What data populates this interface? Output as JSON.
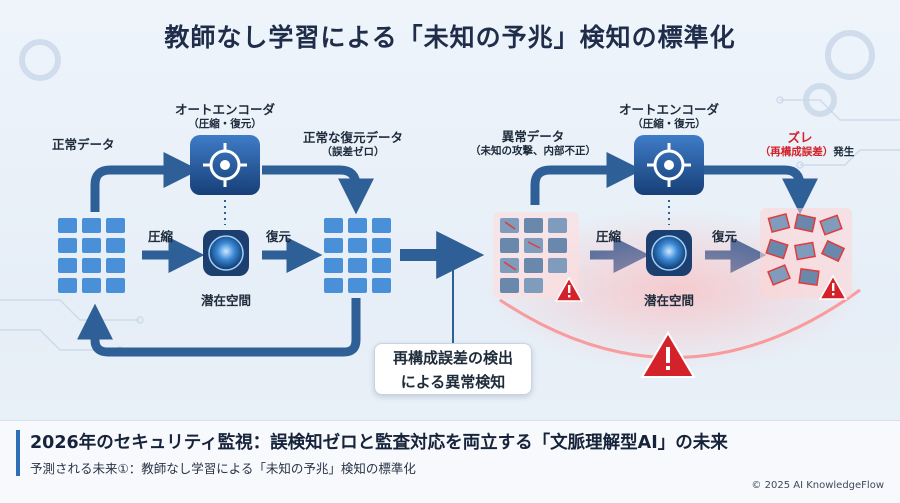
{
  "title": "教師なし学習による「未知の予兆」検知の標準化",
  "left": {
    "normal_data": "正常データ",
    "encoder_title": "オートエンコーダ",
    "encoder_sub": "（圧縮・復元）",
    "compress": "圧縮",
    "restore": "復元",
    "latent": "潜在空間",
    "recon_title": "正常な復元データ",
    "recon_sub": "（誤差ゼロ）"
  },
  "right": {
    "anomaly_title": "異常データ",
    "anomaly_sub": "（未知の攻撃、内部不正）",
    "encoder_title": "オートエンコーダ",
    "encoder_sub": "（圧縮・復元）",
    "compress": "圧縮",
    "restore": "復元",
    "latent": "潜在空間",
    "gap_title": "ズレ",
    "gap_sub_red": "（再構成誤差）",
    "gap_sub_black": "発生"
  },
  "callout": {
    "line1": "再構成誤差の検出",
    "line2": "による異常検知"
  },
  "footer": {
    "title": "2026年のセキュリティ監視：誤検知ゼロと監査対応を両立する「文脈理解型AI」の未来",
    "subtitle": "予測される未来①：教師なし学習による「未知の予兆」検知の標準化",
    "copyright": "© 2025 AI KnowledgeFlow"
  },
  "colors": {
    "accent": "#2c6fb7",
    "arrow": "#2f5f97",
    "alert": "#d3222a",
    "tile": "#4a90d9"
  },
  "icons": [
    "chip-gear-icon",
    "latent-sphere-icon",
    "warning-icon",
    "gear-icon"
  ]
}
